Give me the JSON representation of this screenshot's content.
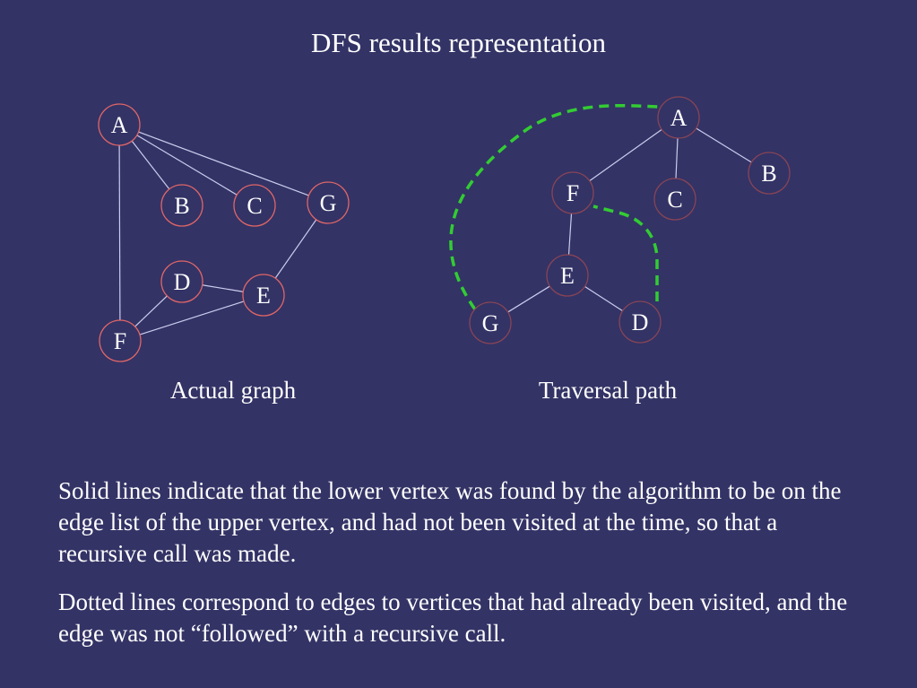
{
  "title": "DFS results representation",
  "colors": {
    "background": "#333366",
    "node_fill": "#333366",
    "node_stroke_actual": "#e06666",
    "node_stroke_traversal": "#884455",
    "tree_edge": "#ccccee",
    "back_edge": "#33cc33",
    "text": "#ffffff"
  },
  "actual_graph": {
    "caption": "Actual graph",
    "nodes": [
      {
        "id": "A",
        "label": "A"
      },
      {
        "id": "B",
        "label": "B"
      },
      {
        "id": "C",
        "label": "C"
      },
      {
        "id": "G",
        "label": "G"
      },
      {
        "id": "D",
        "label": "D"
      },
      {
        "id": "E",
        "label": "E"
      },
      {
        "id": "F",
        "label": "F"
      }
    ],
    "edges": [
      [
        "A",
        "B"
      ],
      [
        "A",
        "C"
      ],
      [
        "A",
        "G"
      ],
      [
        "A",
        "F"
      ],
      [
        "G",
        "E"
      ],
      [
        "D",
        "E"
      ],
      [
        "D",
        "F"
      ],
      [
        "F",
        "E"
      ]
    ]
  },
  "traversal_path": {
    "caption": "Traversal path",
    "nodes": [
      {
        "id": "A",
        "label": "A"
      },
      {
        "id": "B",
        "label": "B"
      },
      {
        "id": "F",
        "label": "F"
      },
      {
        "id": "C",
        "label": "C"
      },
      {
        "id": "E",
        "label": "E"
      },
      {
        "id": "G",
        "label": "G"
      },
      {
        "id": "D",
        "label": "D"
      }
    ],
    "tree_edges": [
      [
        "A",
        "F"
      ],
      [
        "A",
        "C"
      ],
      [
        "A",
        "B"
      ],
      [
        "F",
        "E"
      ],
      [
        "E",
        "G"
      ],
      [
        "E",
        "D"
      ]
    ],
    "back_edges": [
      [
        "G",
        "A"
      ],
      [
        "D",
        "F"
      ]
    ]
  },
  "paragraphs": [
    "Solid lines indicate that the lower vertex was found by the algorithm to be on the edge list of the upper vertex, and had not been visited at the time, so that a recursive call was made.",
    "Dotted lines correspond to edges to vertices that had already been visited, and the edge was not “followed” with a recursive call."
  ]
}
